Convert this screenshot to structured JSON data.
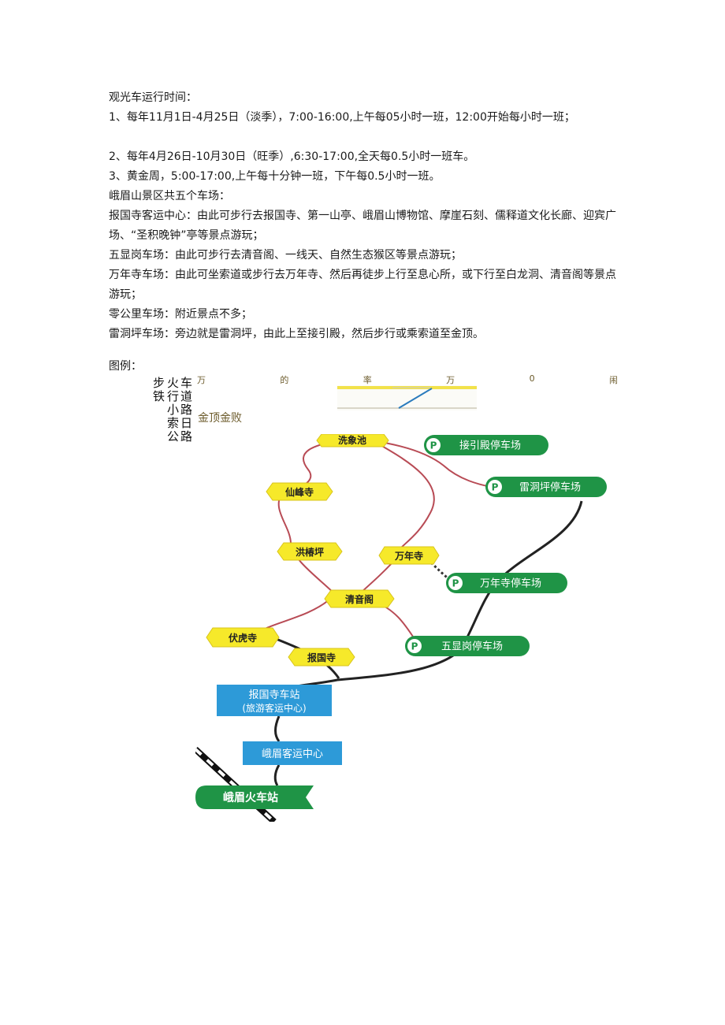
{
  "paragraphs": [
    "观光车运行时间：",
    "1、每年11月1日-4月25日（淡季），7:00-16:00,上午每05小时一班，12:00开始每小时一班；",
    "2、每年4月26日-10月30日（旺季）,6:30-17:00,全天每0.5小时一班车。",
    "3、黄金周，5:00-17:00,上午每十分钟一班，下午每0.5小时一班。",
    "峨眉山景区共五个车场：",
    "报国寺客运中心：由此可步行去报国寺、第一山亭、峨眉山博物馆、摩崖石刻、儒释道文化长廊、迎宾广场、“圣积晚钟”亭等景点游玩；",
    "五显岗车场：由此可步行去清音阁、一线天、自然生态猴区等景点游玩；",
    "万年寺车场：由此可坐索道或步行去万年寺、然后再徒步上行至息心所，或下行至白龙洞、清音阁等景点游玩；",
    "零公里车场：附近景点不多；",
    "雷洞坪车场：旁边就是雷洞坪，由此上至接引殿，然后步行或乘索道至金顶。"
  ],
  "legend": {
    "title": "图例：",
    "col1": "步铁",
    "col2": "火行小索公",
    "col3": "车道路日路",
    "head": [
      "万",
      "的",
      "率",
      "万",
      "0",
      "闹"
    ],
    "sub": "金顶金败"
  },
  "map": {
    "temples": [
      "洗象池",
      "仙峰寺",
      "洪椿坪",
      "万年寺",
      "清音阁",
      "伏虎寺",
      "报国寺"
    ],
    "parking": [
      "接引殿停车场",
      "雷洞坪停车场",
      "万年寺停车场",
      "五显岗停车场"
    ],
    "parking_symbol": "P",
    "stations": [
      "报国寺车站",
      "(旅游客运中心)",
      "峨眉客运中心"
    ],
    "train_station": "峨眉火车站",
    "colors": {
      "temple_fill": "#f6e92a",
      "parking_fill": "#1f9446",
      "station_fill": "#2d9ad8",
      "walk_path": "#b84b55",
      "road": "#222222"
    }
  }
}
